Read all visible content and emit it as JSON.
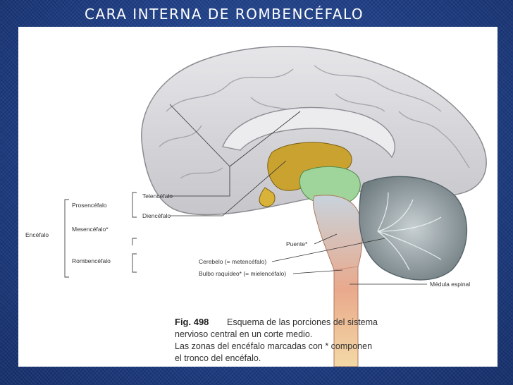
{
  "title": "CARA INTERNA DE ROMBENCÉFALO",
  "labels": {
    "encefalo": "Encéfalo",
    "prosencefalo": "Prosencéfalo",
    "mesencefalo": "Mesencéfalo*",
    "rombencefalo": "Rombencéfalo",
    "telencefalo": "Telencéfalo",
    "diencefalo": "Diencéfalo",
    "puente": "Puente*",
    "cerebelo": "Cerebelo (= metencéfalo)",
    "bulbo": "Bulbo raquídeo* (= mielencéfalo)",
    "medula": "Médula espinal"
  },
  "caption": {
    "number": "Fig. 498",
    "line1": "Esquema de las porciones del sistema",
    "line2": "nervioso central en un corte medio.",
    "line3": "Las zonas del encéfalo marcadas con * componen",
    "line4": "el tronco del encéfalo."
  },
  "colors": {
    "background": "#1d3f86",
    "brain": "#d9d9dc",
    "diencephalon": "#c9a230",
    "mesencephalon": "#9fd49a",
    "pons": "#c8d3dc",
    "medulla_oblongata": "#e9a98c",
    "spinal_cord": "#f3d9a6",
    "cerebellum": "#8c9ba0"
  }
}
